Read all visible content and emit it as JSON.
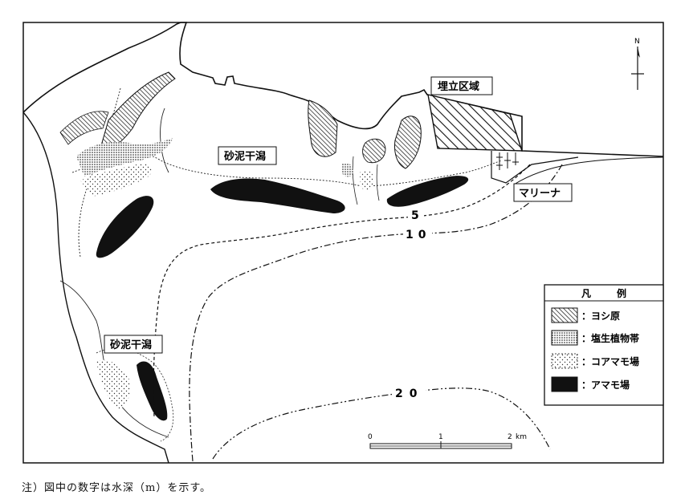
{
  "map": {
    "labels": {
      "mudflat_north": "砂泥干潟",
      "mudflat_south": "砂泥干潟",
      "reclaimed_area": "埋立区域",
      "marina": "マリーナ"
    },
    "depth_contours": {
      "d5": "5",
      "d10": "10",
      "d20": "20"
    },
    "north_arrow": "N",
    "scale_bar": {
      "ticks": [
        "0",
        "1",
        "2"
      ],
      "unit": "km"
    }
  },
  "legend": {
    "title_1": "凡",
    "title_2": "例",
    "items": [
      {
        "pattern": "hatch",
        "label": "：ヨシ原"
      },
      {
        "pattern": "dense-dots",
        "label": "：塩生植物帯"
      },
      {
        "pattern": "sparse-dots",
        "label": "：コアマモ場"
      },
      {
        "pattern": "solid",
        "label": "：アマモ場"
      }
    ]
  },
  "note": "注）図中の数字は水深（m）を示す。",
  "colors": {
    "ink": "#111111",
    "background": "#ffffff"
  }
}
